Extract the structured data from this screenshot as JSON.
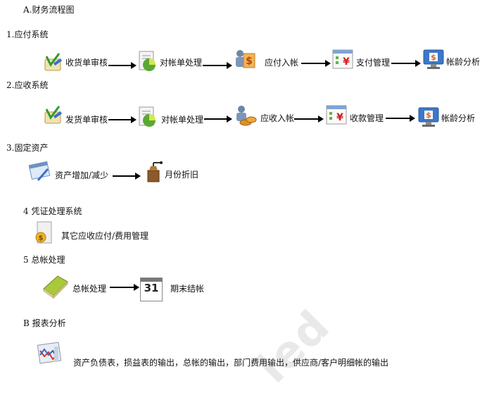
{
  "title": "A.财务流程图",
  "sections": {
    "ap": {
      "heading": "1.应付系统",
      "steps": [
        "收货单审核",
        "对帐单处理",
        "应付入帐",
        "支付管理",
        "帐龄分析"
      ]
    },
    "ar": {
      "heading": "2.应收系统",
      "steps": [
        "发货单审核",
        "对帐单处理",
        "应收入帐",
        "收款管理",
        "帐龄分析"
      ]
    },
    "fa": {
      "heading": "3.固定资产",
      "steps": [
        "资产增加/减少",
        "月份折旧"
      ]
    },
    "voucher": {
      "heading": "4 凭证处理系统",
      "steps": [
        "其它应收应付/费用管理"
      ]
    },
    "gl": {
      "heading": "5 总帐处理",
      "steps": [
        "总帐处理",
        "期末结帐"
      ],
      "calendar_day": "31"
    },
    "report": {
      "heading": "B 报表分析",
      "text": "资产负债表，损益表的输出，总帐的输出，部门费用输出，供应商/客户明细帐的输出"
    }
  },
  "watermark": "led",
  "colors": {
    "arrow": "#000000",
    "text": "#111111"
  }
}
